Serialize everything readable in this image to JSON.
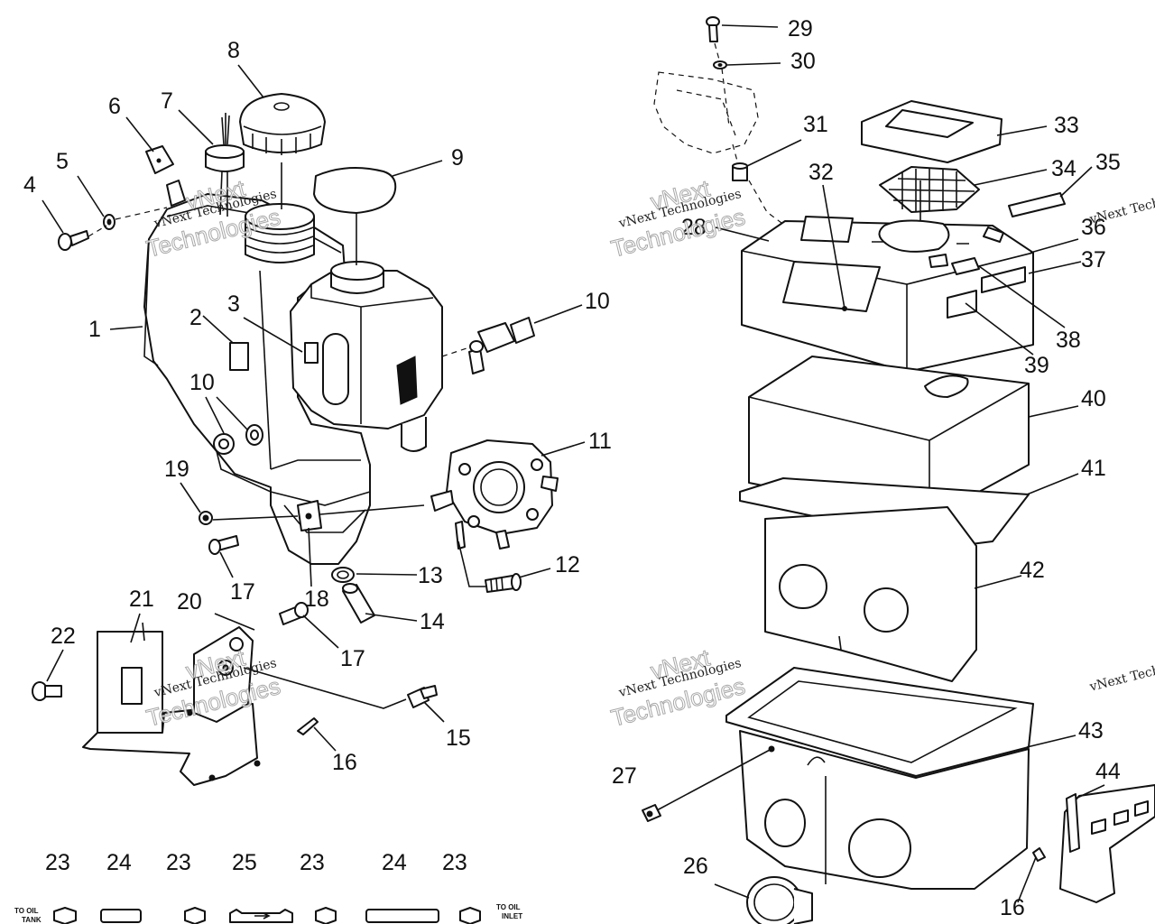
{
  "callouts": {
    "c1": "1",
    "c2": "2",
    "c3": "3",
    "c4": "4",
    "c5": "5",
    "c6": "6",
    "c7": "7",
    "c8": "8",
    "c9": "9",
    "c10a": "10",
    "c10b": "10",
    "c11": "11",
    "c12": "12",
    "c13": "13",
    "c14": "14",
    "c15": "15",
    "c16a": "16",
    "c16b": "16",
    "c17a": "17",
    "c17b": "17",
    "c18": "18",
    "c19": "19",
    "c20": "20",
    "c21": "21",
    "c22": "22",
    "c23a": "23",
    "c23b": "23",
    "c23c": "23",
    "c23d": "23",
    "c24a": "24",
    "c24b": "24",
    "c25": "25",
    "c26": "26",
    "c27": "27",
    "c28": "28",
    "c29": "29",
    "c30": "30",
    "c31": "31",
    "c32": "32",
    "c33": "33",
    "c34": "34",
    "c35": "35",
    "c36": "36",
    "c37": "37",
    "c38": "38",
    "c39": "39",
    "c40": "40",
    "c41": "41",
    "c42": "42",
    "c43": "43",
    "c44": "44"
  },
  "line_labels": {
    "to_oil_tank_1": "TO OIL",
    "to_oil_tank_2": "TANK",
    "to_oil_inlet_1": "TO OIL",
    "to_oil_inlet_2": "INLET"
  },
  "watermark": {
    "brand": "vNext Technologies",
    "big_1": "vNext",
    "big_2": "Technologies"
  }
}
